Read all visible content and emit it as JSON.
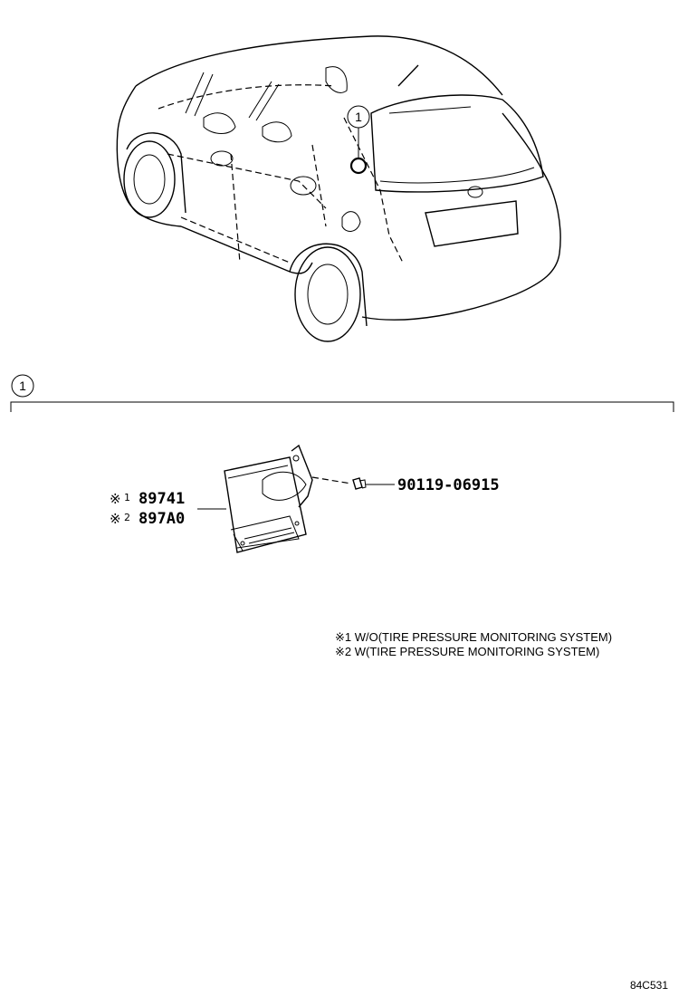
{
  "callouts": [
    {
      "number": "1"
    },
    {
      "number": "1"
    }
  ],
  "parts": [
    {
      "mark": "※",
      "variant": "1",
      "part_number": "89741"
    },
    {
      "mark": "※",
      "variant": "2",
      "part_number": "897A0"
    },
    {
      "part_number": "90119-06915"
    }
  ],
  "notes": [
    "※1 W/O(TIRE PRESSURE MONITORING SYSTEM)",
    "※2 W(TIRE PRESSURE MONITORING SYSTEM)"
  ],
  "diagram_code": "84C531",
  "icons": [
    "car-overview-icon",
    "ecu-module-icon",
    "bolt-icon"
  ]
}
